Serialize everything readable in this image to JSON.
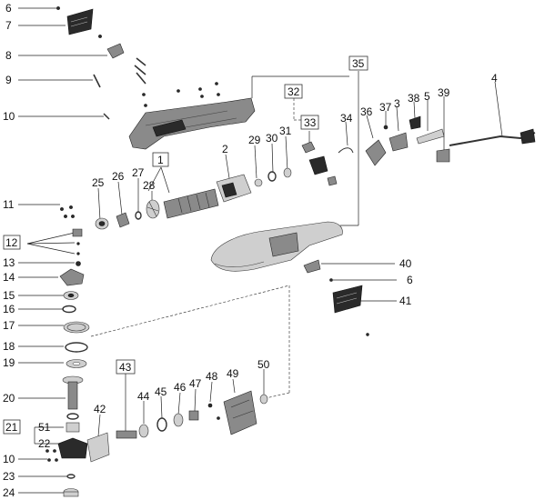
{
  "labels": {
    "l6a": "6",
    "l7": "7",
    "l8": "8",
    "l9": "9",
    "l10a": "10",
    "l11": "11",
    "l12": "12",
    "l13": "13",
    "l14": "14",
    "l15": "15",
    "l16": "16",
    "l17": "17",
    "l18": "18",
    "l19": "19",
    "l20": "20",
    "l21": "21",
    "l22": "22",
    "l51": "51",
    "l10b": "10",
    "l23": "23",
    "l24": "24",
    "l25": "25",
    "l26": "26",
    "l27": "27",
    "l28": "28",
    "l1": "1",
    "l2": "2",
    "l29": "29",
    "l30": "30",
    "l31": "31",
    "l32": "32",
    "l33": "33",
    "l34": "34",
    "l35": "35",
    "l36": "36",
    "l37": "37",
    "l38": "38",
    "l3": "3",
    "l5": "5",
    "l39": "39",
    "l4": "4",
    "l40": "40",
    "l6b": "6",
    "l41": "41",
    "l42": "42",
    "l43": "43",
    "l44": "44",
    "l45": "45",
    "l46": "46",
    "l47": "47",
    "l48": "48",
    "l49": "49",
    "l50": "50"
  }
}
